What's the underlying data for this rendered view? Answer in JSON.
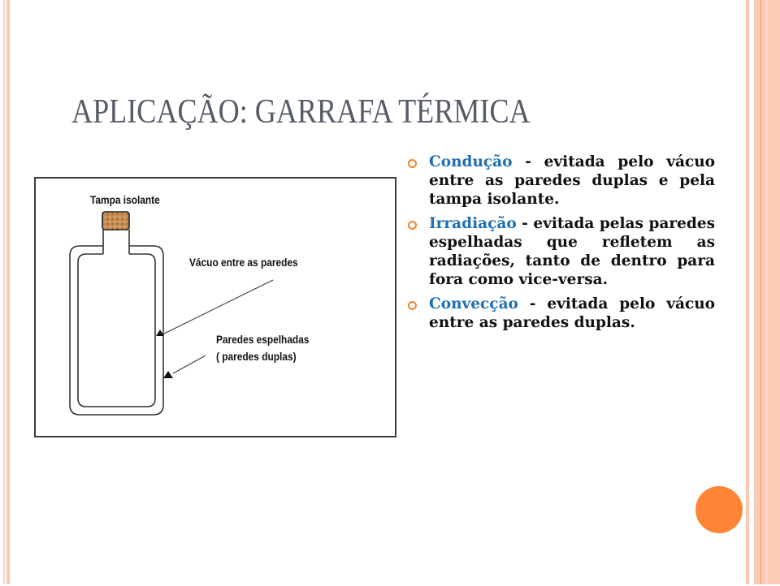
{
  "slide": {
    "title": "APLICAÇÃO: GARRAFA TÉRMICA",
    "colors": {
      "title": "#555c68",
      "term": "#1e6fb4",
      "bullet": "#f0832e",
      "accent_circle": "#fd8535",
      "border_stripes": "#fdcbb5"
    }
  },
  "diagram": {
    "labels": {
      "cap": "Tampa isolante",
      "vacuum": "Vácuo entre as paredes",
      "walls_line1": "Paredes espelhadas",
      "walls_line2": "( paredes duplas)"
    }
  },
  "bullets": [
    {
      "term": "Condução",
      "text": " - evitada pelo vácuo entre as paredes duplas e pela tampa isolante."
    },
    {
      "term": "Irradiação",
      "text": " - evitada pelas paredes espelhadas que refletem as radiações, tanto de dentro para fora como vice-versa."
    },
    {
      "term": "Convecção",
      "text": " - evitada pelo vácuo entre as paredes duplas."
    }
  ]
}
